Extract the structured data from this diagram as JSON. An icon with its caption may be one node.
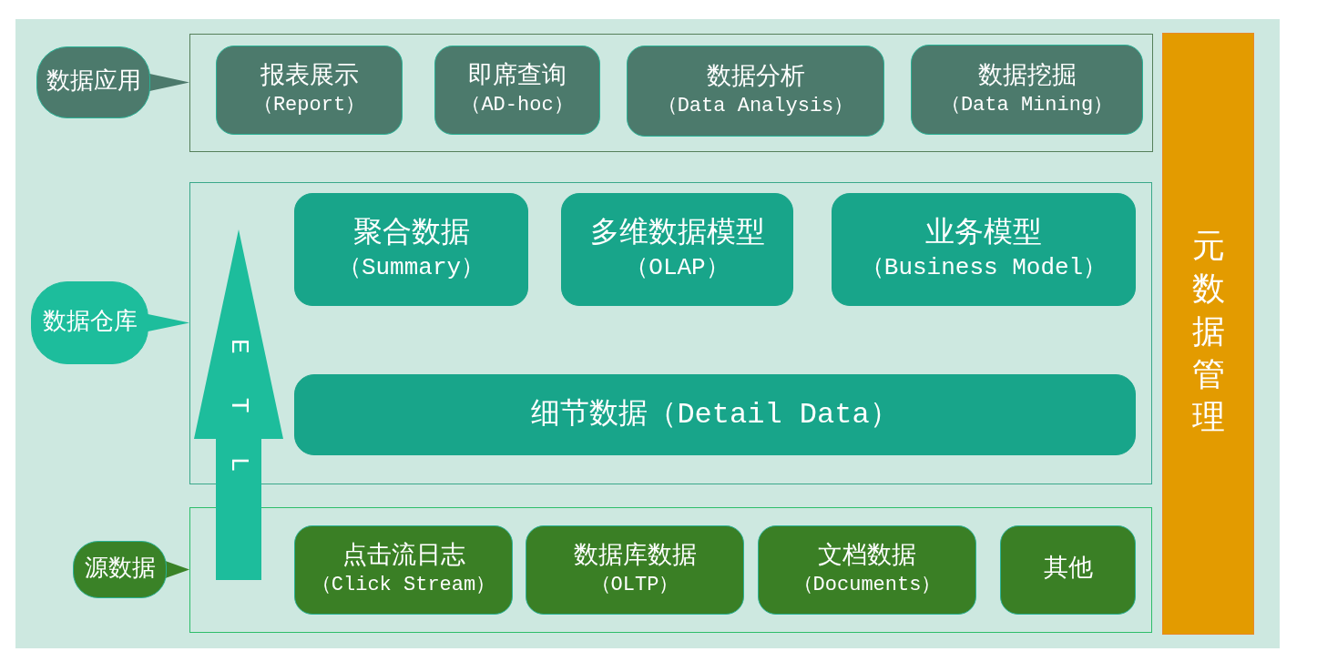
{
  "diagram": {
    "nodes": [
      {
        "text": [
          "数据应用"
        ]
      },
      {
        "text": [],
        "shape": "box"
      },
      {
        "text": [
          "报表展示",
          "（Report）"
        ],
        "in": 1
      },
      {
        "text": [
          "即席查询",
          "（AD-hoc）"
        ],
        "in": 1
      },
      {
        "text": [
          "数据分析",
          "（Data Analysis）"
        ],
        "in": 1
      },
      {
        "text": [
          "数据挖掘",
          "（Data Mining）"
        ],
        "in": 1
      },
      {
        "text": [
          "数据仓库"
        ]
      },
      {
        "text": [],
        "shape": "box"
      },
      {
        "text": [
          "聚合数据",
          "（Summary）"
        ],
        "in": 7
      },
      {
        "text": [
          "多维数据模型",
          "（OLAP）"
        ],
        "in": 7
      },
      {
        "text": [
          "业务模型",
          "（Business Model）"
        ],
        "in": 7
      },
      {
        "text": [
          "细节数据（Detail Data）"
        ],
        "in": 7
      },
      {
        "text": [
          "源数据"
        ]
      },
      {
        "text": [],
        "shape": "box"
      },
      {
        "text": [
          "点击流日志",
          "（Click Stream）"
        ],
        "in": 13
      },
      {
        "text": [
          "数据库数据",
          "（OLTP）"
        ],
        "in": 13
      },
      {
        "text": [
          "文档数据",
          "（Documents）"
        ],
        "in": 13
      },
      {
        "text": [
          "其他"
        ],
        "in": 13
      },
      {
        "text": [
          "元数据管理"
        ]
      }
    ],
    "edges": [
      {
        "from": 0,
        "to": 1,
        "arrow": "to",
        "color": "#4c7a6c"
      },
      {
        "from": 6,
        "to": 7,
        "arrow": "to",
        "color": "#1dbd9c"
      },
      {
        "from": 12,
        "to": 13,
        "arrow": "to",
        "color": "#3a8227"
      },
      {
        "from": 13,
        "to": 7,
        "arrow": "to",
        "label": "ETL",
        "style": "thick",
        "color": "#1dbd9c"
      }
    ]
  }
}
